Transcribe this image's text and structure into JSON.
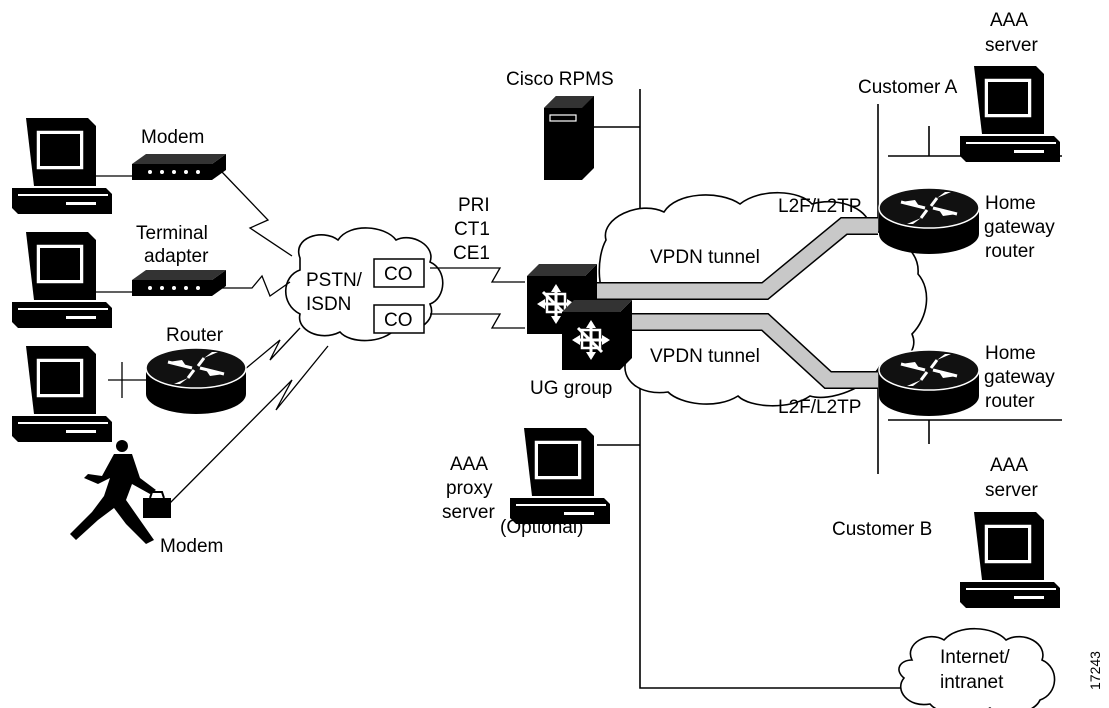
{
  "labels": {
    "modem_top": "Modem",
    "terminal_adapter_1": "Terminal",
    "terminal_adapter_2": "adapter",
    "router": "Router",
    "modem_bottom": "Modem",
    "pstn_1": "PSTN/",
    "pstn_2": "ISDN",
    "co_1": "CO",
    "co_2": "CO",
    "pri": "PRI",
    "ct1": "CT1",
    "ce1": "CE1",
    "cisco_rpms": "Cisco RPMS",
    "ug_group": "UG group",
    "aaa_proxy_1": "AAA",
    "aaa_proxy_2": "proxy",
    "aaa_proxy_3": "server",
    "optional": "(Optional)",
    "vpdn_tunnel_1": "VPDN tunnel",
    "vpdn_tunnel_2": "VPDN tunnel",
    "l2f_top": "L2F/L2TP",
    "l2f_bottom": "L2F/L2TP",
    "aaa_server_a_1": "AAA",
    "aaa_server_a_2": "server",
    "customer_a": "Customer A",
    "hgw_a_1": "Home",
    "hgw_a_2": "gateway",
    "hgw_a_3": "router",
    "hgw_b_1": "Home",
    "hgw_b_2": "gateway",
    "hgw_b_3": "router",
    "aaa_server_b_1": "AAA",
    "aaa_server_b_2": "server",
    "customer_b": "Customer B",
    "internet_1": "Internet/",
    "internet_2": "intranet",
    "figure_id": "17243"
  }
}
